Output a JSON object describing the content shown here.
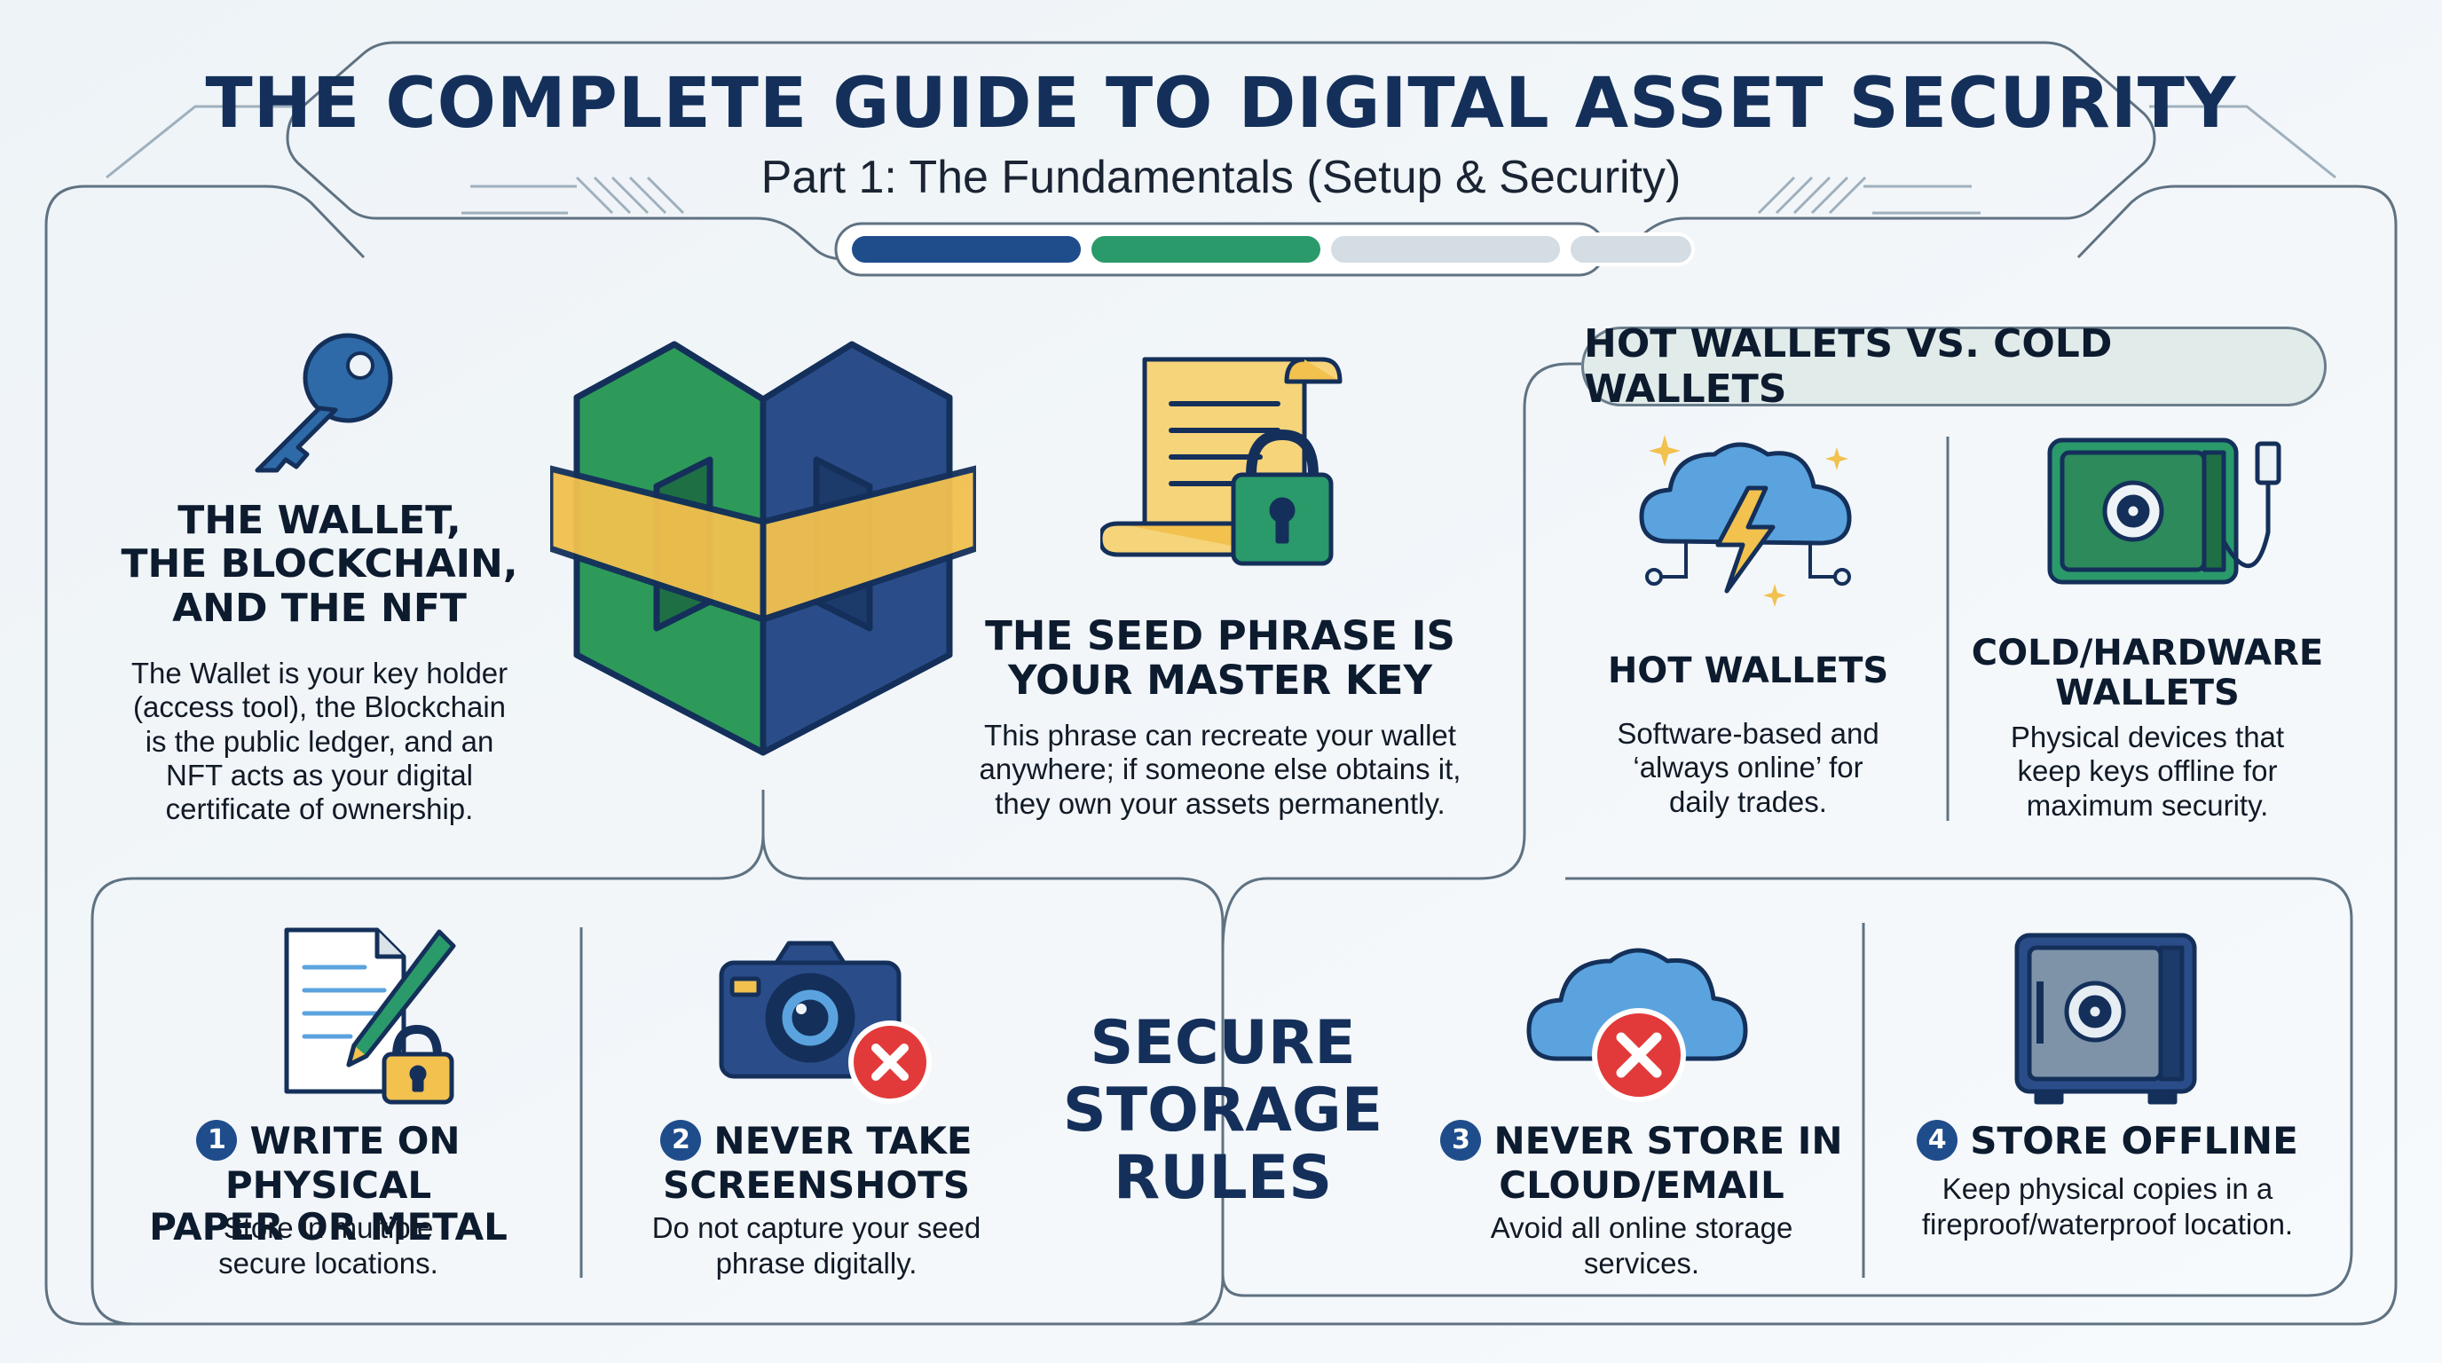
{
  "header": {
    "title": "THE COMPLETE GUIDE TO DIGITAL ASSET SECURITY",
    "subtitle": "Part 1: The Fundamentals (Setup & Security)",
    "progress_segments": [
      "#1f4d8c",
      "#2a9a6a",
      "#d4dde3",
      "#d4dde3"
    ]
  },
  "section_wallet": {
    "title_lines": [
      "THE WALLET,",
      "THE BLOCKCHAIN,",
      "AND THE NFT"
    ],
    "body_lines": [
      "The Wallet is your key holder",
      "(access tool), the Blockchain",
      "is the public ledger, and an",
      "NFT acts as your digital",
      "certificate of ownership."
    ],
    "icons": [
      "key-icon",
      "blockchain-cube-icon"
    ]
  },
  "section_seed": {
    "title_lines": [
      "THE SEED PHRASE IS",
      "YOUR MASTER KEY"
    ],
    "body_lines": [
      "This phrase can recreate your wallet",
      "anywhere; if someone else obtains it,",
      "they own your assets permanently."
    ],
    "icon": "scroll-lock-icon"
  },
  "section_wallet_types": {
    "pill_label": "HOT WALLETS VS. COLD WALLETS",
    "hot": {
      "title": "HOT WALLETS",
      "body_lines": [
        "Software-based and",
        "‘always online’ for",
        "daily trades."
      ],
      "icon": "cloud-lightning-icon"
    },
    "cold": {
      "title_lines": [
        "COLD/HARDWARE",
        "WALLETS"
      ],
      "body_lines": [
        "Physical devices that",
        "keep keys offline for",
        "maximum security."
      ],
      "icon": "hardware-safe-icon"
    }
  },
  "storage_rules": {
    "center_title_lines": [
      "SECURE",
      "STORAGE",
      "RULES"
    ],
    "rules": [
      {
        "num": "1",
        "title_lines": [
          "WRITE ON PHYSICAL",
          "PAPER OR METAL"
        ],
        "body_lines": [
          "Store in multiple",
          "secure locations."
        ],
        "icon": "document-pen-lock-icon"
      },
      {
        "num": "2",
        "title_lines": [
          "NEVER TAKE",
          "SCREENSHOTS"
        ],
        "body_lines": [
          "Do not capture your seed",
          "phrase digitally."
        ],
        "icon": "camera-forbidden-icon"
      },
      {
        "num": "3",
        "title_lines": [
          "NEVER STORE IN",
          "CLOUD/EMAIL"
        ],
        "body_lines": [
          "Avoid all online storage",
          "services."
        ],
        "icon": "cloud-forbidden-icon"
      },
      {
        "num": "4",
        "title_lines": [
          "STORE OFFLINE"
        ],
        "body_lines": [
          "Keep physical copies in a",
          "fireproof/waterproof location."
        ],
        "icon": "safe-icon"
      }
    ]
  },
  "colors": {
    "navy": "#1f4d8c",
    "green": "#2a9a6a",
    "gold": "#f2c14e",
    "red": "#e23a3a",
    "line": "#5f7282"
  }
}
